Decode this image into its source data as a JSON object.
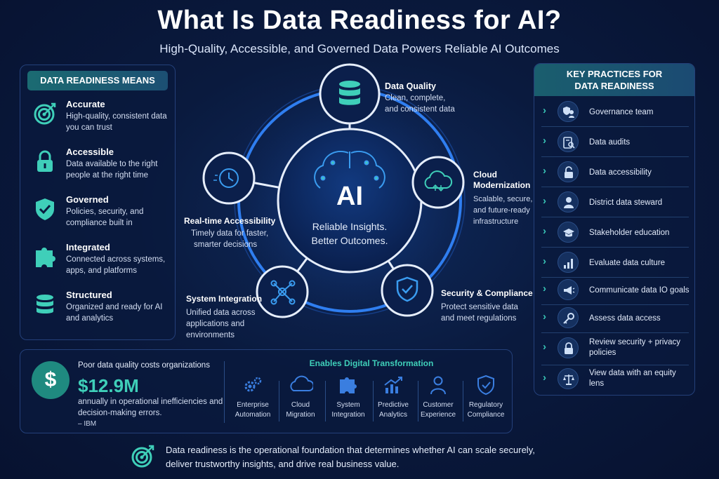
{
  "title": "What Is Data Readiness for AI?",
  "subtitle": "High-Quality, Accessible, and Governed Data Powers Reliable AI Outcomes",
  "colors": {
    "accent_teal": "#3fcfb9",
    "ring_blue": "#2f7ef0",
    "background": "#0a1a3e"
  },
  "left_panel": {
    "header": "DATA READINESS MEANS",
    "items": [
      {
        "title": "Accurate",
        "desc": "High-quality, consistent data you can trust",
        "icon": "target-icon"
      },
      {
        "title": "Accessible",
        "desc": "Data available to the right people at the right time",
        "icon": "lock-icon"
      },
      {
        "title": "Governed",
        "desc": "Policies, security, and compliance built in",
        "icon": "shield-check-icon"
      },
      {
        "title": "Integrated",
        "desc": "Connected across systems, apps, and platforms",
        "icon": "puzzle-icon"
      },
      {
        "title": "Structured",
        "desc": "Organized and ready for AI and analytics",
        "icon": "database-icon"
      }
    ]
  },
  "center": {
    "core_title": "AI",
    "core_line1": "Reliable Insights.",
    "core_line2": "Better Outcomes.",
    "nodes": {
      "quality": {
        "title": "Data Quality",
        "desc1": "Clean, complete,",
        "desc2": "and consistent data"
      },
      "cloud": {
        "title1": "Cloud",
        "title2": "Modernization",
        "desc1": "Scalable, secure,",
        "desc2": "and future-ready",
        "desc3": "infrastructure"
      },
      "security": {
        "title": "Security & Compliance",
        "desc1": "Protect sensitive data",
        "desc2": "and meet regulations"
      },
      "integration": {
        "title": "System Integration",
        "desc1": "Unified data across",
        "desc2": "applications and",
        "desc3": "environments"
      },
      "realtime": {
        "title": "Real-time Accessibility",
        "desc1": "Timely data for faster,",
        "desc2": "smarter decisions"
      }
    }
  },
  "right_panel": {
    "header_line1": "KEY PRACTICES FOR",
    "header_line2": "DATA READINESS",
    "items": [
      {
        "label": "Governance team",
        "icon": "team-shield-icon"
      },
      {
        "label": "Data audits",
        "icon": "clipboard-search-icon"
      },
      {
        "label": "Data accessibility",
        "icon": "unlock-icon"
      },
      {
        "label": "District data steward",
        "icon": "person-icon"
      },
      {
        "label": "Stakeholder education",
        "icon": "graduation-cap-icon"
      },
      {
        "label": "Evaluate data culture",
        "icon": "bar-chart-icon"
      },
      {
        "label": "Communicate data IO goals",
        "icon": "megaphone-icon"
      },
      {
        "label": "Assess data access",
        "icon": "key-icon"
      },
      {
        "label": "Review security + privacy policies",
        "icon": "padlock-icon"
      },
      {
        "label": "View data with an equity lens",
        "icon": "scales-icon"
      }
    ]
  },
  "stat_panel": {
    "intro": "Poor data quality costs organizations",
    "value": "$12.9M",
    "desc": "annually in operational inefficiencies and decision-making errors.",
    "source": "– IBM",
    "dt_title": "Enables Digital Transformation",
    "dt_items": [
      {
        "line1": "Enterprise",
        "line2": "Automation",
        "icon": "gears-icon"
      },
      {
        "line1": "Cloud",
        "line2": "Migration",
        "icon": "cloud-icon"
      },
      {
        "line1": "System",
        "line2": "Integration",
        "icon": "puzzle-icon"
      },
      {
        "line1": "Predictive",
        "line2": "Analytics",
        "icon": "growth-chart-icon"
      },
      {
        "line1": "Customer",
        "line2": "Experience",
        "icon": "user-icon"
      },
      {
        "line1": "Regulatory",
        "line2": "Compliance",
        "icon": "shield-check-icon"
      }
    ]
  },
  "footer": {
    "line1": "Data readiness is the operational foundation that determines whether AI can scale securely,",
    "line2": "deliver trustworthy insights, and drive real business value."
  }
}
